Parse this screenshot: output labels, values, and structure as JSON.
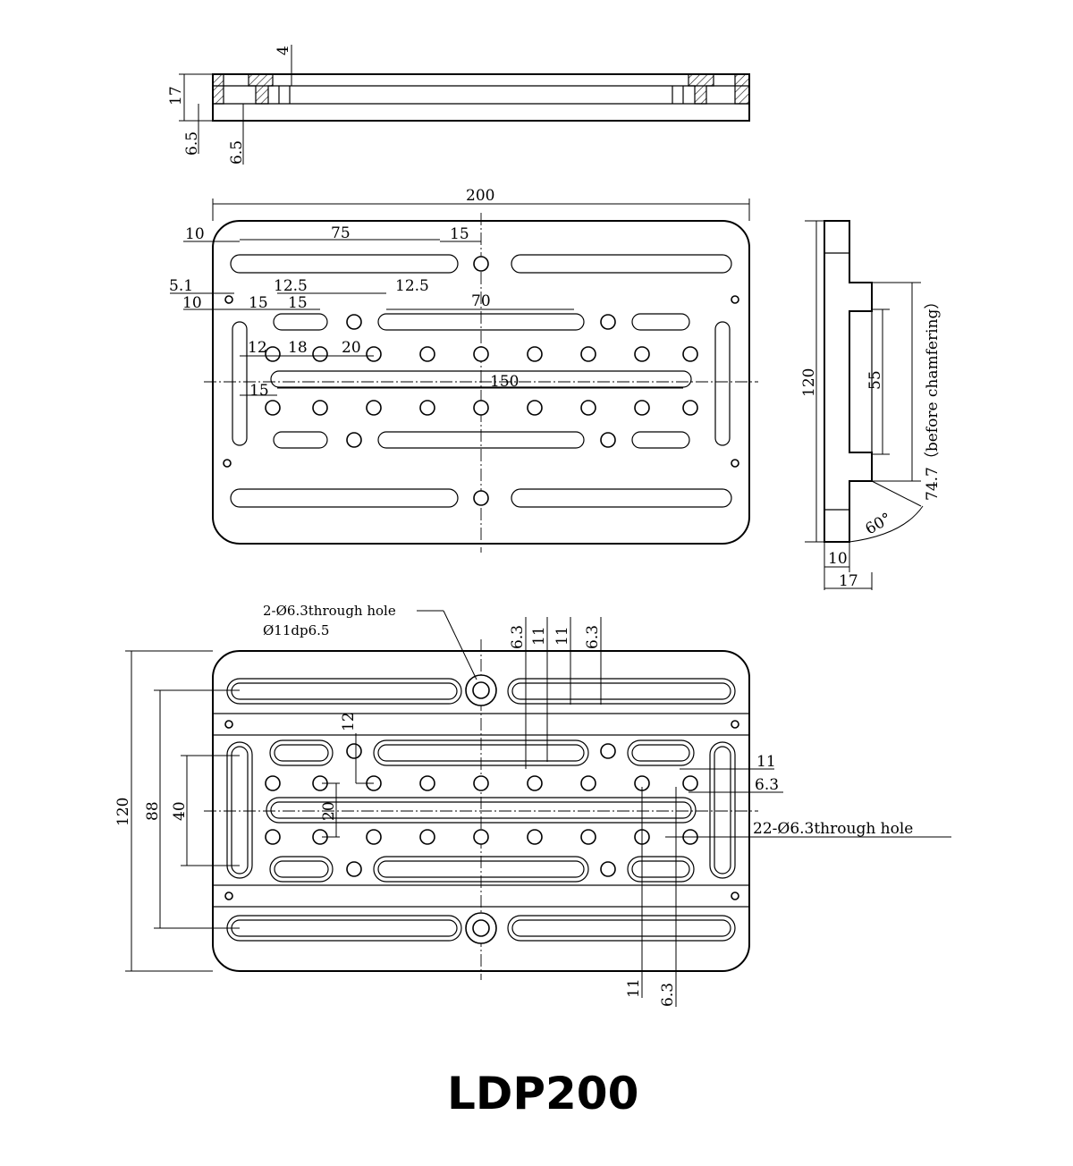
{
  "title": "LDP200",
  "section_view": {
    "dims": {
      "height": "17",
      "top_step": "4",
      "bottom_left": "6.5",
      "bottom_inner": "6.5"
    }
  },
  "top_view": {
    "dims": {
      "width": "200",
      "left_edge": "10",
      "slot_length": "75",
      "slot_gap": "15",
      "hole_offset": "5.1",
      "hole_edge": "10",
      "slot_edge": "15",
      "pitch_a": "12.5",
      "slot_short": "15",
      "pitch_b": "12.5",
      "center_slot": "70",
      "row_pitch": "12",
      "col_pitch_a": "18",
      "col_pitch_b": "20",
      "long_slot_edge": "15",
      "long_slot": "150"
    }
  },
  "side_view": {
    "dims": {
      "height": "120",
      "dovetail": "55",
      "dovetail_full": "74.7（before chamfering）",
      "angle": "60°",
      "thick_a": "10",
      "thick_b": "17"
    }
  },
  "bottom_view": {
    "note_holes": "2-Ø6.3through hole",
    "note_cbore": "Ø11dp6.5",
    "note_through": "22-Ø6.3through hole",
    "dims": {
      "height": "120",
      "slot_span": "88",
      "slot_inner": "40",
      "row_gap": "12",
      "col_gap": "20",
      "top_a": "6.3",
      "top_b": "11",
      "top_c": "11",
      "top_d": "6.3",
      "right_a": "11",
      "right_b": "6.3",
      "bot_a": "11",
      "bot_b": "6.3"
    }
  }
}
